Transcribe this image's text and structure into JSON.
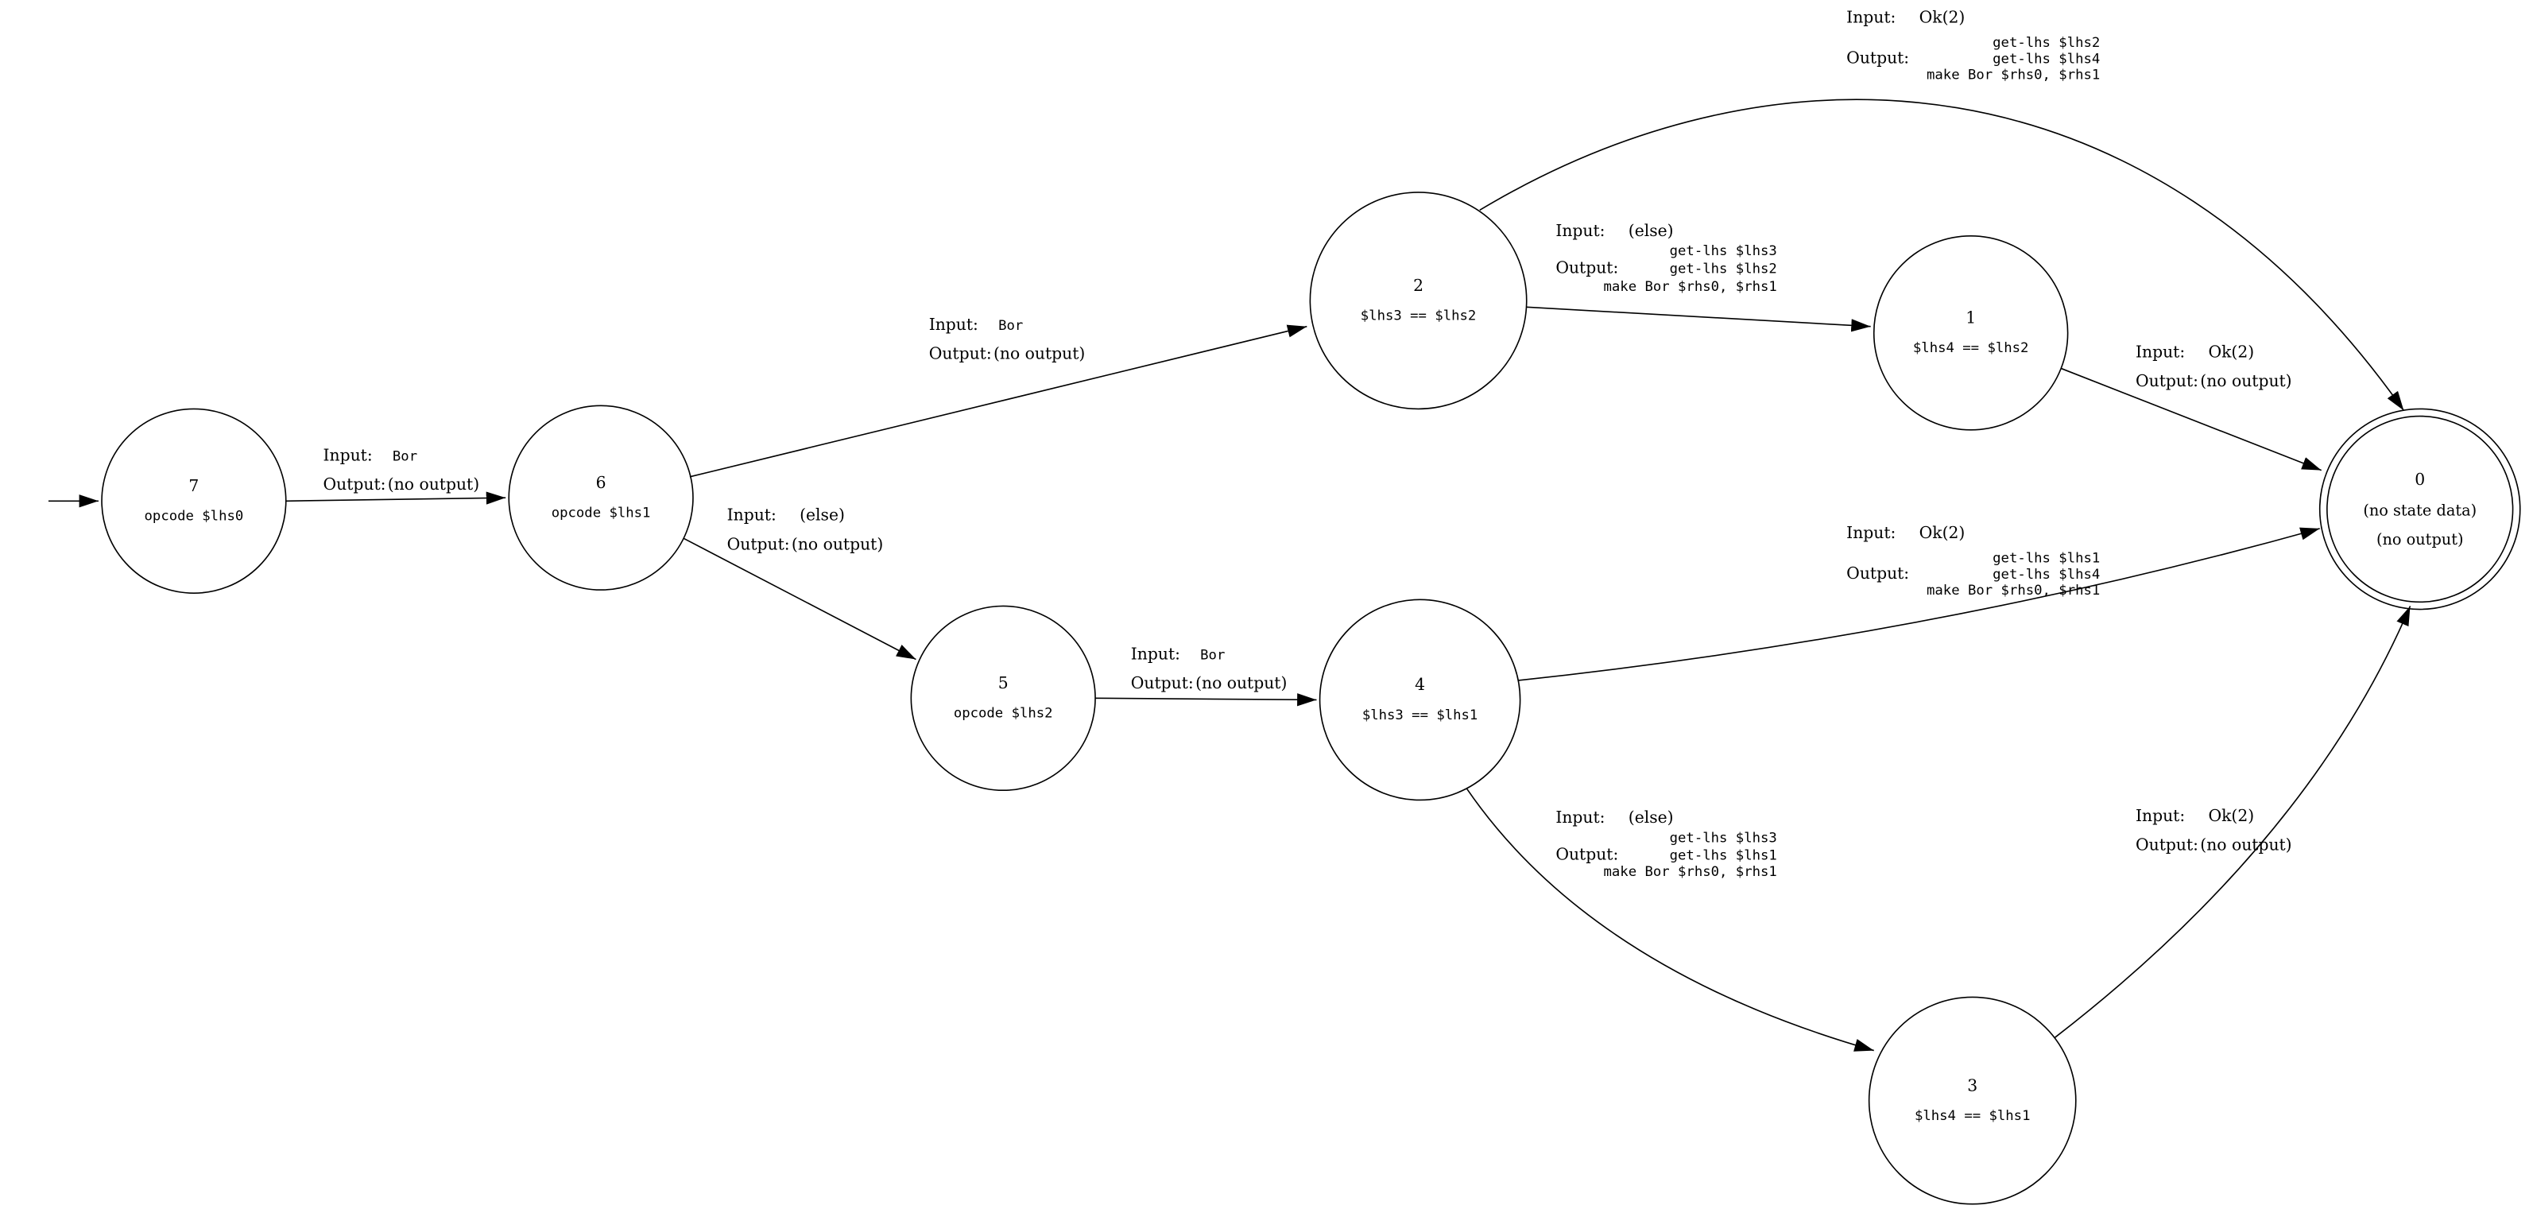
{
  "diagram": {
    "type": "finite-state-machine",
    "background": "#ffffff",
    "stroke_color": "#000000",
    "start_node": "7",
    "accepting_nodes": [
      "0"
    ],
    "labels": {
      "input_prefix": "Input:",
      "output_prefix": "Output:"
    },
    "nodes": [
      {
        "id": "7",
        "name": "7",
        "detail": "opcode $lhs0"
      },
      {
        "id": "6",
        "name": "6",
        "detail": "opcode $lhs1"
      },
      {
        "id": "5",
        "name": "5",
        "detail": "opcode $lhs2"
      },
      {
        "id": "2",
        "name": "2",
        "detail": "$lhs3 == $lhs2"
      },
      {
        "id": "4",
        "name": "4",
        "detail": "$lhs3 == $lhs1"
      },
      {
        "id": "1",
        "name": "1",
        "detail": "$lhs4 == $lhs2"
      },
      {
        "id": "3",
        "name": "3",
        "detail": "$lhs4 == $lhs1"
      },
      {
        "id": "0",
        "name": "0",
        "detail": "(no state data)",
        "detail2": "(no output)",
        "accepting": true
      }
    ],
    "edges": [
      {
        "from": "start",
        "to": "7"
      },
      {
        "from": "7",
        "to": "6",
        "input": "Bor",
        "output": "(no output)"
      },
      {
        "from": "6",
        "to": "2",
        "input": "Bor",
        "output": "(no output)"
      },
      {
        "from": "6",
        "to": "5",
        "input": "(else)",
        "output": "(no output)"
      },
      {
        "from": "5",
        "to": "4",
        "input": "Bor",
        "output": "(no output)"
      },
      {
        "from": "2",
        "to": "1",
        "input": "(else)",
        "output_lines": [
          "get-lhs $lhs3",
          "get-lhs $lhs2",
          "make Bor $rhs0, $rhs1"
        ]
      },
      {
        "from": "2",
        "to": "0",
        "input": "Ok(2)",
        "output_lines": [
          "get-lhs $lhs2",
          "get-lhs $lhs4",
          "make Bor $rhs0, $rhs1"
        ]
      },
      {
        "from": "1",
        "to": "0",
        "input": "Ok(2)",
        "output": "(no output)"
      },
      {
        "from": "4",
        "to": "0",
        "input": "Ok(2)",
        "output_lines": [
          "get-lhs $lhs1",
          "get-lhs $lhs4",
          "make Bor $rhs0, $rhs1"
        ]
      },
      {
        "from": "4",
        "to": "3",
        "input": "(else)",
        "output_lines": [
          "get-lhs $lhs3",
          "get-lhs $lhs1",
          "make Bor $rhs0, $rhs1"
        ]
      },
      {
        "from": "3",
        "to": "0",
        "input": "Ok(2)",
        "output": "(no output)"
      }
    ]
  }
}
